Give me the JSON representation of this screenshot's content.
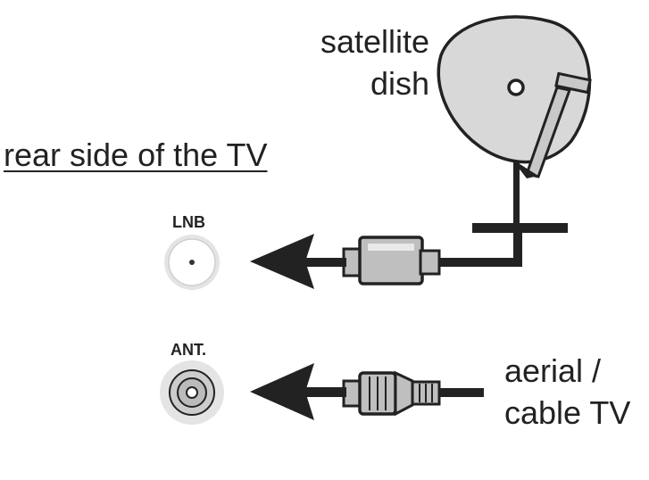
{
  "labels": {
    "rear_side": "rear side of the TV",
    "satellite_line1": "satellite",
    "satellite_line2": "dish",
    "lnb": "LNB",
    "ant": "ANT.",
    "aerial_line1": "aerial /",
    "aerial_line2": "cable TV"
  },
  "colors": {
    "ink": "#222222",
    "cable": "#2b2b2b",
    "dish_fill": "#d8d8d8",
    "port_ring": "#e4e4e4",
    "port_inner": "#ffffff",
    "connector_fill": "#bfbfbf"
  }
}
